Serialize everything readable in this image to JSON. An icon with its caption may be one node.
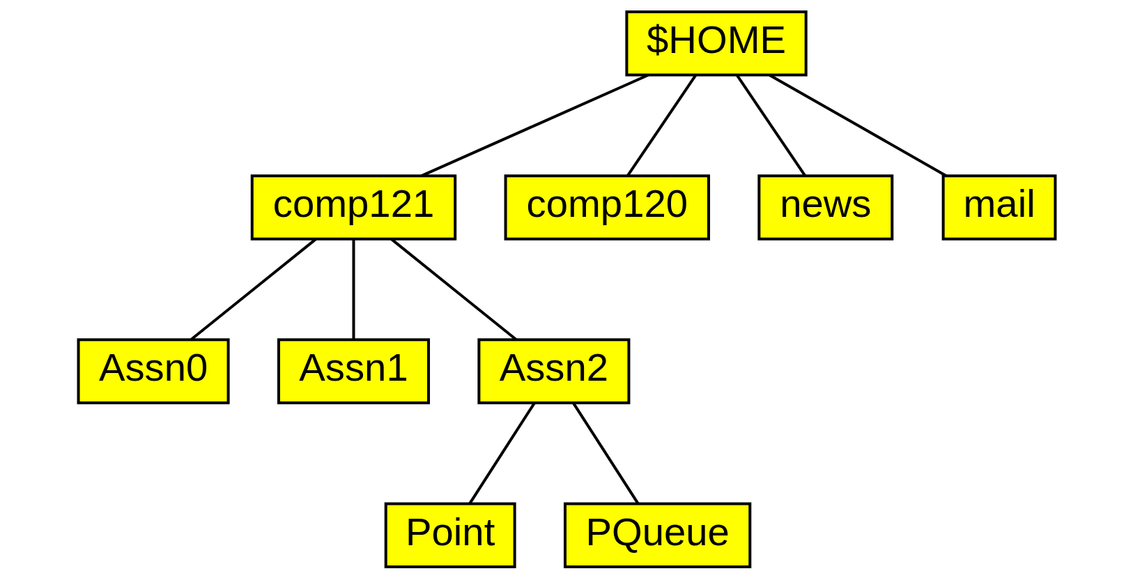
{
  "diagram": {
    "nodes": [
      {
        "text": [
          "$HOME"
        ]
      },
      {
        "text": [
          "comp121"
        ]
      },
      {
        "text": [
          "comp120"
        ]
      },
      {
        "text": [
          "news"
        ]
      },
      {
        "text": [
          "mail"
        ]
      },
      {
        "text": [
          "Assn0"
        ]
      },
      {
        "text": [
          "Assn1"
        ]
      },
      {
        "text": [
          "Assn2"
        ]
      },
      {
        "text": [
          "Point"
        ]
      },
      {
        "text": [
          "PQueue"
        ]
      }
    ],
    "edges": [
      {
        "from": 0,
        "to": 1,
        "arrow": "none"
      },
      {
        "from": 0,
        "to": 2,
        "arrow": "none"
      },
      {
        "from": 0,
        "to": 3,
        "arrow": "none"
      },
      {
        "from": 0,
        "to": 4,
        "arrow": "none"
      },
      {
        "from": 1,
        "to": 5,
        "arrow": "none"
      },
      {
        "from": 1,
        "to": 6,
        "arrow": "none"
      },
      {
        "from": 1,
        "to": 7,
        "arrow": "none"
      },
      {
        "from": 7,
        "to": 8,
        "arrow": "none"
      },
      {
        "from": 7,
        "to": 9,
        "arrow": "none"
      }
    ]
  }
}
